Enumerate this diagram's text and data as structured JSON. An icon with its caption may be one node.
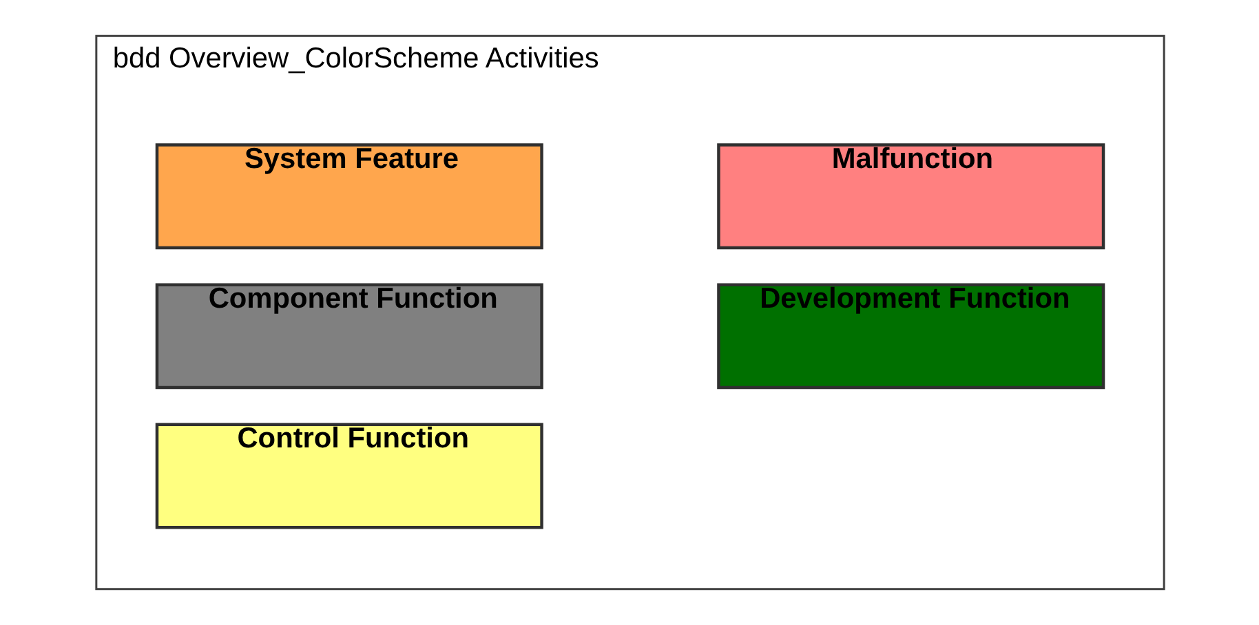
{
  "diagram": {
    "nodes": [
      {
        "text": [
          "bdd Overview_ColorScheme Activities"
        ]
      },
      {
        "text": [
          "System Feature"
        ],
        "in": 0
      },
      {
        "text": [
          "Malfunction"
        ],
        "in": 0
      },
      {
        "text": [
          "Component Function"
        ],
        "in": 0
      },
      {
        "text": [
          "Development Function"
        ],
        "in": 0
      },
      {
        "text": [
          "Control Function"
        ],
        "in": 0
      }
    ],
    "edges": []
  }
}
